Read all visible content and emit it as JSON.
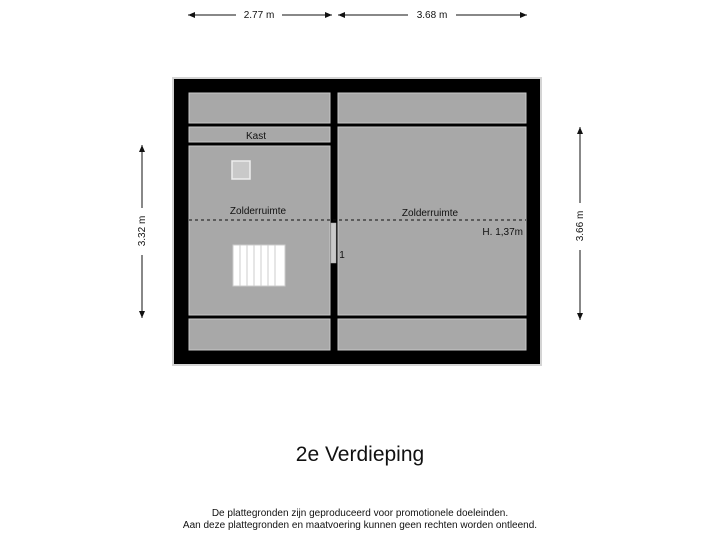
{
  "dimensions": {
    "top_left": "2.77 m",
    "top_right": "3.68 m",
    "left": "3.32 m",
    "right": "3.66 m"
  },
  "rooms": {
    "kast": "Kast",
    "zolder_left": "Zolderruimte",
    "zolder_right": "Zolderruimte",
    "height": "H. 1,37m",
    "door_mark": "1"
  },
  "floor_title": "2e Verdieping",
  "disclaimer": {
    "line1": "De plattegronden zijn geproduceerd voor promotionele doeleinden.",
    "line2": "Aan deze plattegronden en maatvoering kunnen geen rechten worden ontleend."
  },
  "colors": {
    "wall": "#000000",
    "floor": "#a6a6a6",
    "border": "#cfcfcf"
  }
}
